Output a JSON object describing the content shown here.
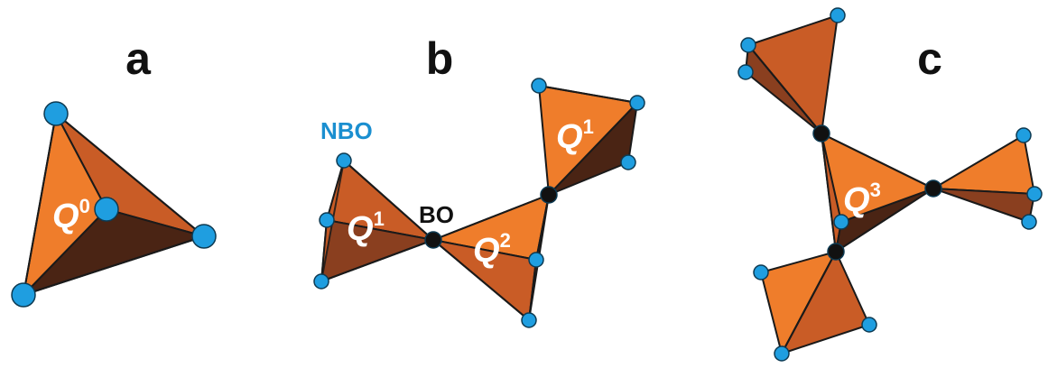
{
  "panels": {
    "a": {
      "label": "a",
      "q_base": "Q",
      "q_sup": "0"
    },
    "b": {
      "label": "b",
      "nbo": "NBO",
      "bo": "BO",
      "tetra_left": {
        "q_base": "Q",
        "q_sup": "1"
      },
      "tetra_mid": {
        "q_base": "Q",
        "q_sup": "2"
      },
      "tetra_top": {
        "q_base": "Q",
        "q_sup": "1"
      }
    },
    "c": {
      "label": "c",
      "q_base": "Q",
      "q_sup": "3"
    }
  },
  "colors": {
    "face_light": "#ef7d2b",
    "face_mid": "#c95c26",
    "face_dark": "#8a3f1f",
    "face_darkest": "#4a2414",
    "nbo_atom": "#1f9ee0",
    "nbo_text": "#1b8fd0",
    "bo_atom": "#111111"
  }
}
